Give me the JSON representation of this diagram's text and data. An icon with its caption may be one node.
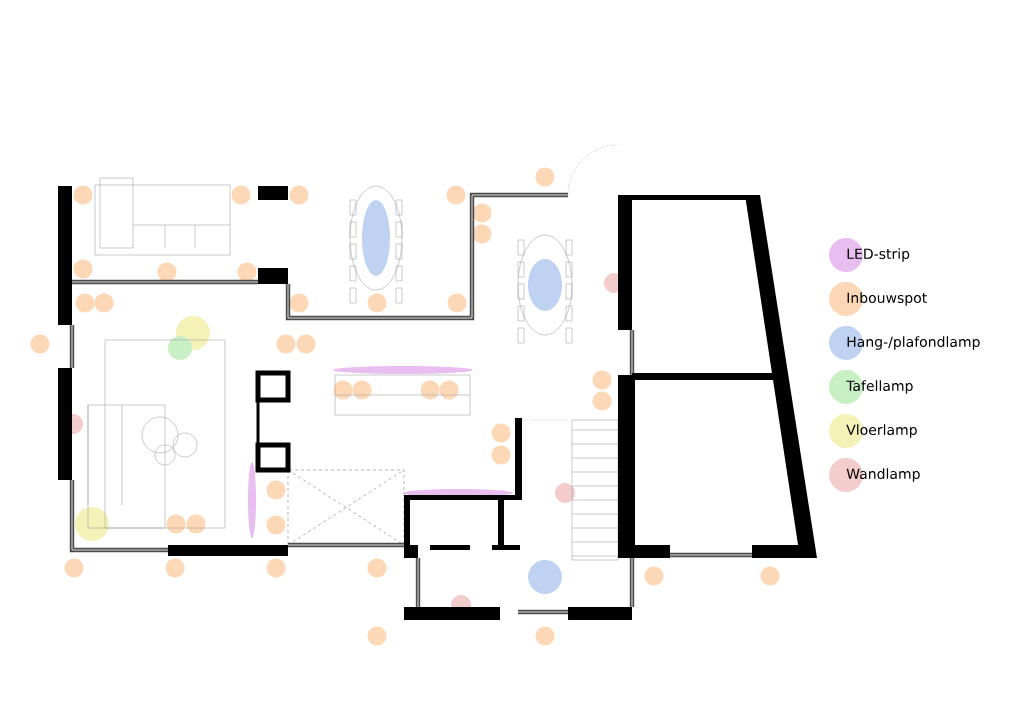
{
  "diagram": {
    "legend": [
      {
        "text": "LED-strip",
        "color": "#e8bdf0"
      },
      {
        "text": "Inbouwspot",
        "color": "#fcd8b6"
      },
      {
        "text": "Hang-/plafondlamp",
        "color": "#bfd2f2"
      },
      {
        "text": "Tafellamp",
        "color": "#c8f0c4"
      },
      {
        "text": "Vloerlamp",
        "color": "#f5f2b8"
      },
      {
        "text": "Wandlamp",
        "color": "#f3cccc"
      }
    ]
  }
}
